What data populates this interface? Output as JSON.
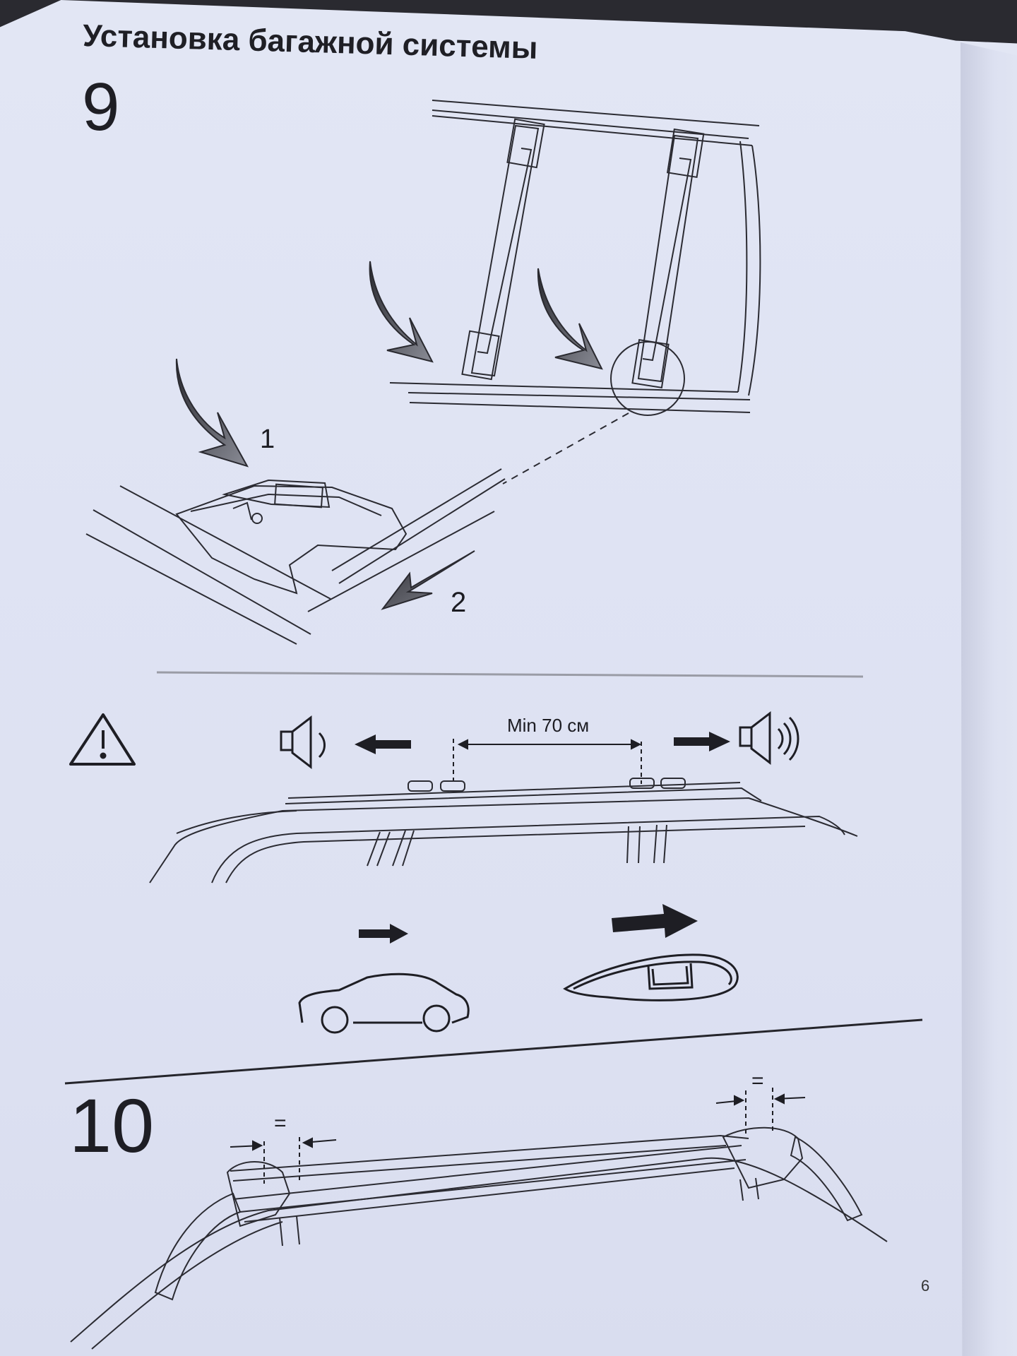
{
  "document": {
    "title": "Установка багажной системы",
    "page_number": "6"
  },
  "step9": {
    "number": "9",
    "callout_1": "1",
    "callout_2": "2"
  },
  "warning": {
    "distance_label": "Min 70 см",
    "icon": "warning-triangle-icon",
    "quiet_speaker_icon": "speaker-quiet-icon",
    "loud_speaker_icon": "speaker-loud-icon"
  },
  "step10": {
    "number": "10",
    "equal_mark_left": "=",
    "equal_mark_right": "="
  }
}
